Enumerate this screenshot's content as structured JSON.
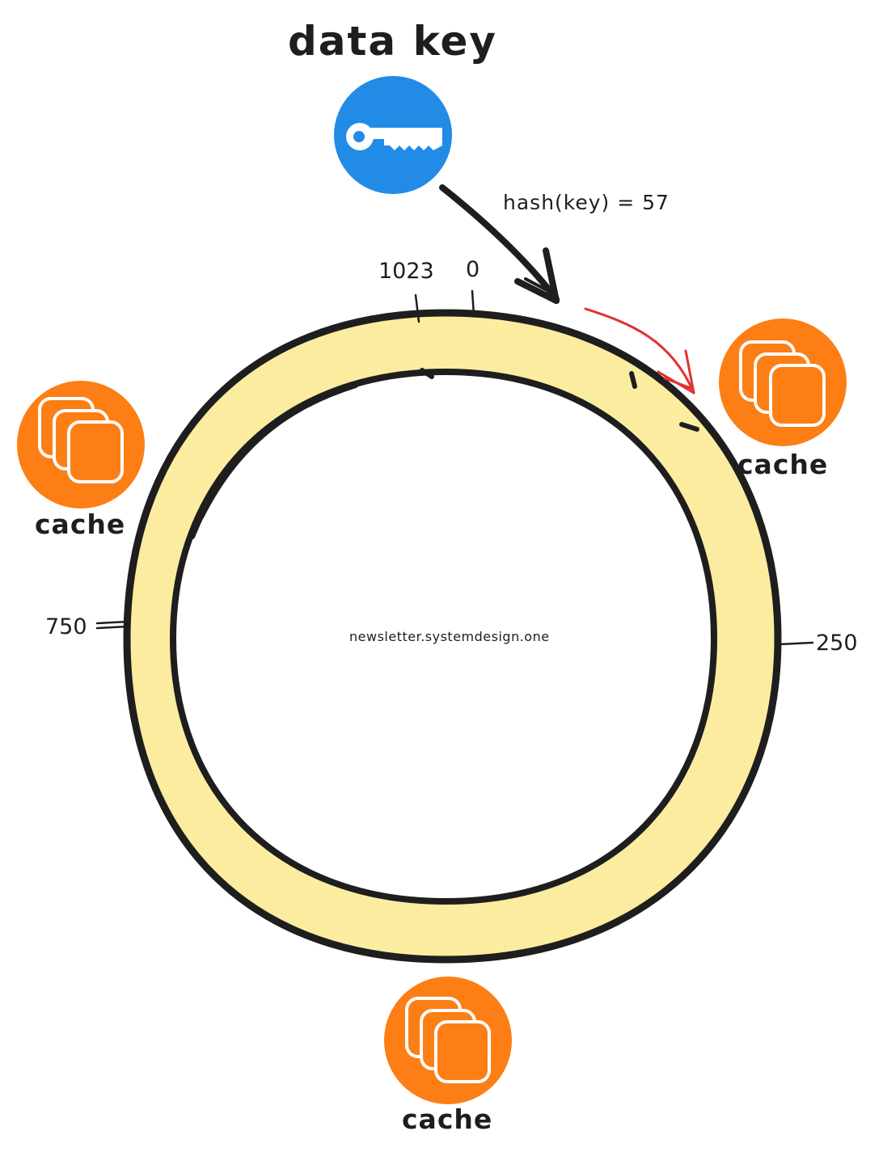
{
  "diagram": {
    "title": "data key",
    "hash_label": "hash(key) = 57",
    "center_label": "newsletter.systemdesign.one",
    "ring_positions": {
      "p1023": "1023",
      "p0": "0",
      "p750": "750",
      "p250": "250"
    },
    "nodes": {
      "key": {
        "icon": "key-icon"
      },
      "cache_right": {
        "label": "cache",
        "icon": "cache-icon"
      },
      "cache_left": {
        "label": "cache",
        "icon": "cache-icon"
      },
      "cache_bottom": {
        "label": "cache",
        "icon": "cache-icon"
      }
    },
    "colors": {
      "ring_fill": "#fceca0",
      "ring_stroke": "#1e1e1e",
      "key_circle": "#228be6",
      "cache_circle": "#fd7e14",
      "routing_arrow": "#e03131"
    }
  }
}
